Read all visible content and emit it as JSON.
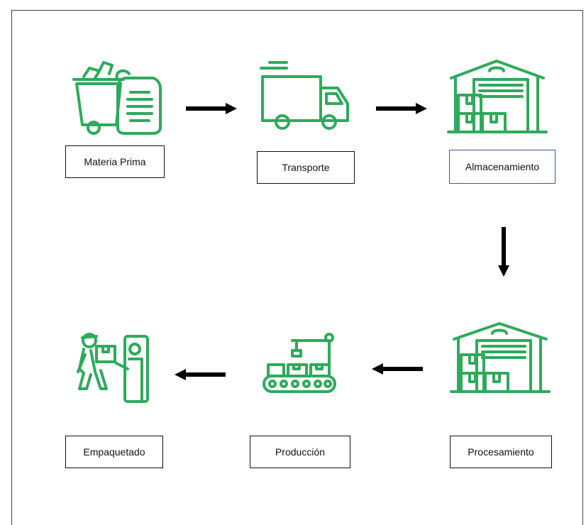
{
  "steps": {
    "materia_prima": "Materia Prima",
    "transporte": "Transporte",
    "almacenamiento": "Almacenamiento",
    "procesamiento": "Procesamiento",
    "produccion": "Producción",
    "empaquetado": "Empaquetado"
  },
  "colors": {
    "icon": "#2eaa5c",
    "arrow": "#000000"
  }
}
